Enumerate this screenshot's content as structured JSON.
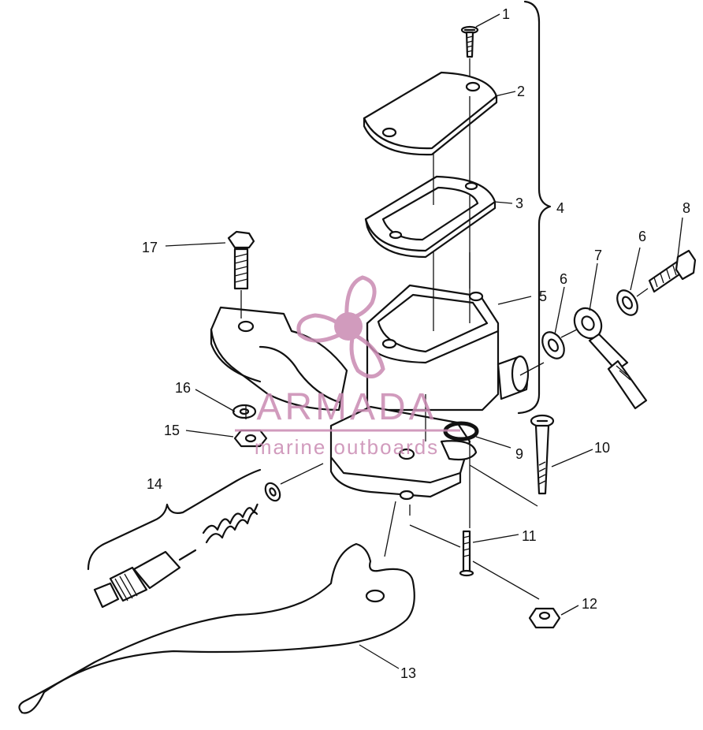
{
  "callouts": [
    "1",
    "2",
    "3",
    "4",
    "5",
    "6",
    "6",
    "7",
    "8",
    "9",
    "10",
    "11",
    "12",
    "13",
    "14",
    "15",
    "16",
    "17"
  ],
  "watermark": {
    "brand": "ARMADA",
    "tagline": "marine outboards",
    "color": "#c98ab2"
  },
  "icons": {
    "logo": "propeller-icon"
  }
}
